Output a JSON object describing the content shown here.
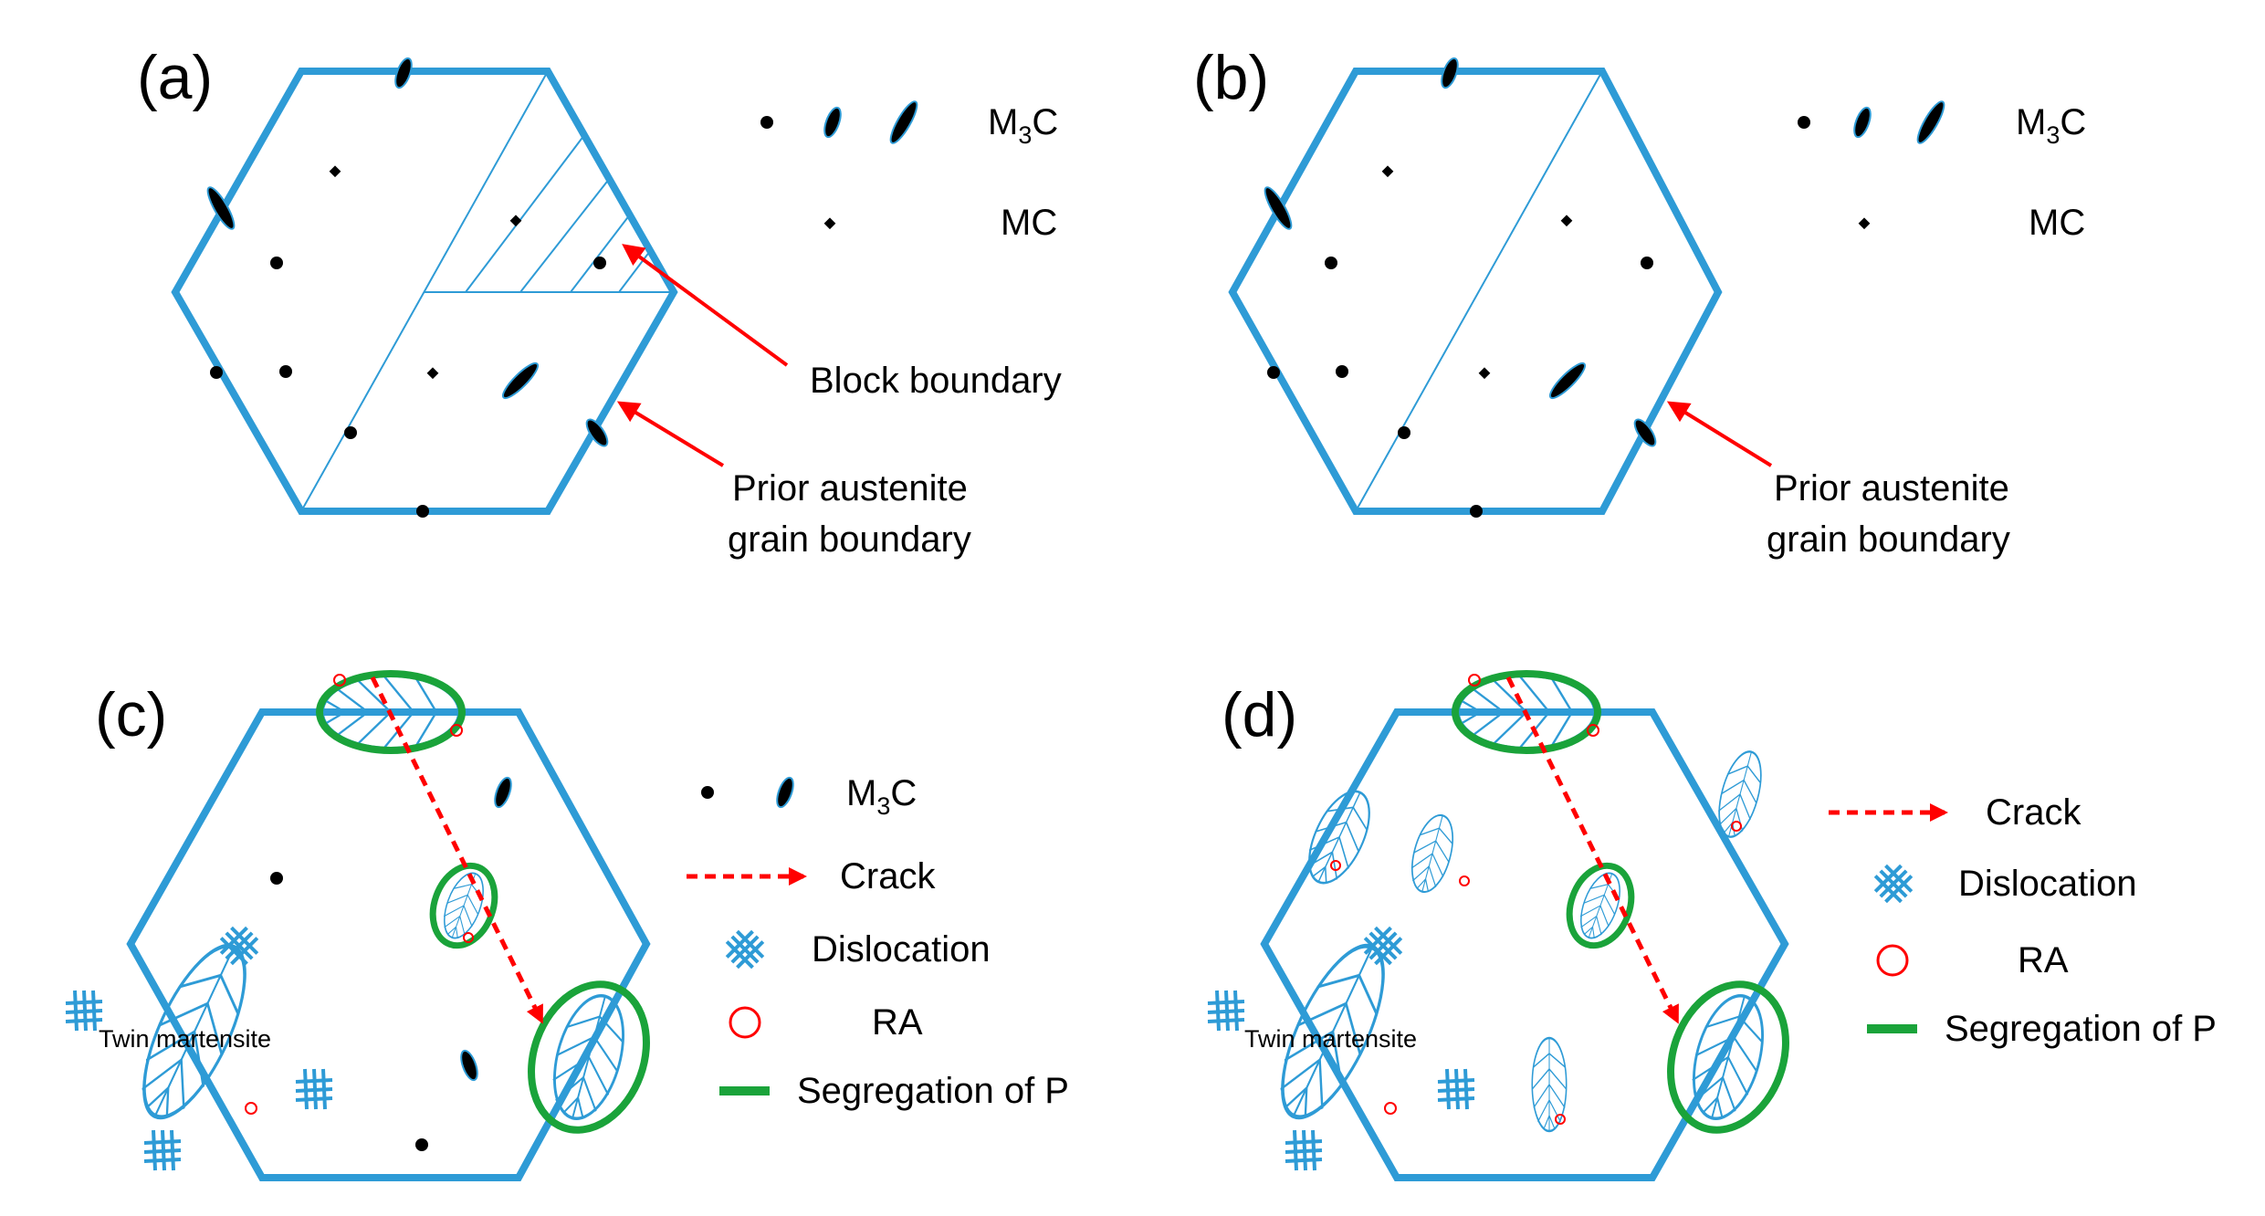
{
  "panels": {
    "a": {
      "label": "(a)"
    },
    "b": {
      "label": "(b)"
    },
    "c": {
      "label": "(c)"
    },
    "d": {
      "label": "(d)"
    }
  },
  "legend": {
    "m3c": {
      "main": "M",
      "sub": "3",
      "tail": "C"
    },
    "mc": "MC",
    "crack": "Crack",
    "dislocation": "Dislocation",
    "ra": "RA",
    "segregation": "Segregation of P"
  },
  "annotations": {
    "block_boundary": "Block boundary",
    "pag_line1": "Prior austenite",
    "pag_line2": "grain boundary",
    "twin_martensite": "Twin martensite"
  },
  "colors": {
    "grain_boundary": "#2e9bd6",
    "segregation": "#1aa33a",
    "arrow": "#ff0000",
    "carbide": "#000000",
    "ra": "#ff0000"
  }
}
